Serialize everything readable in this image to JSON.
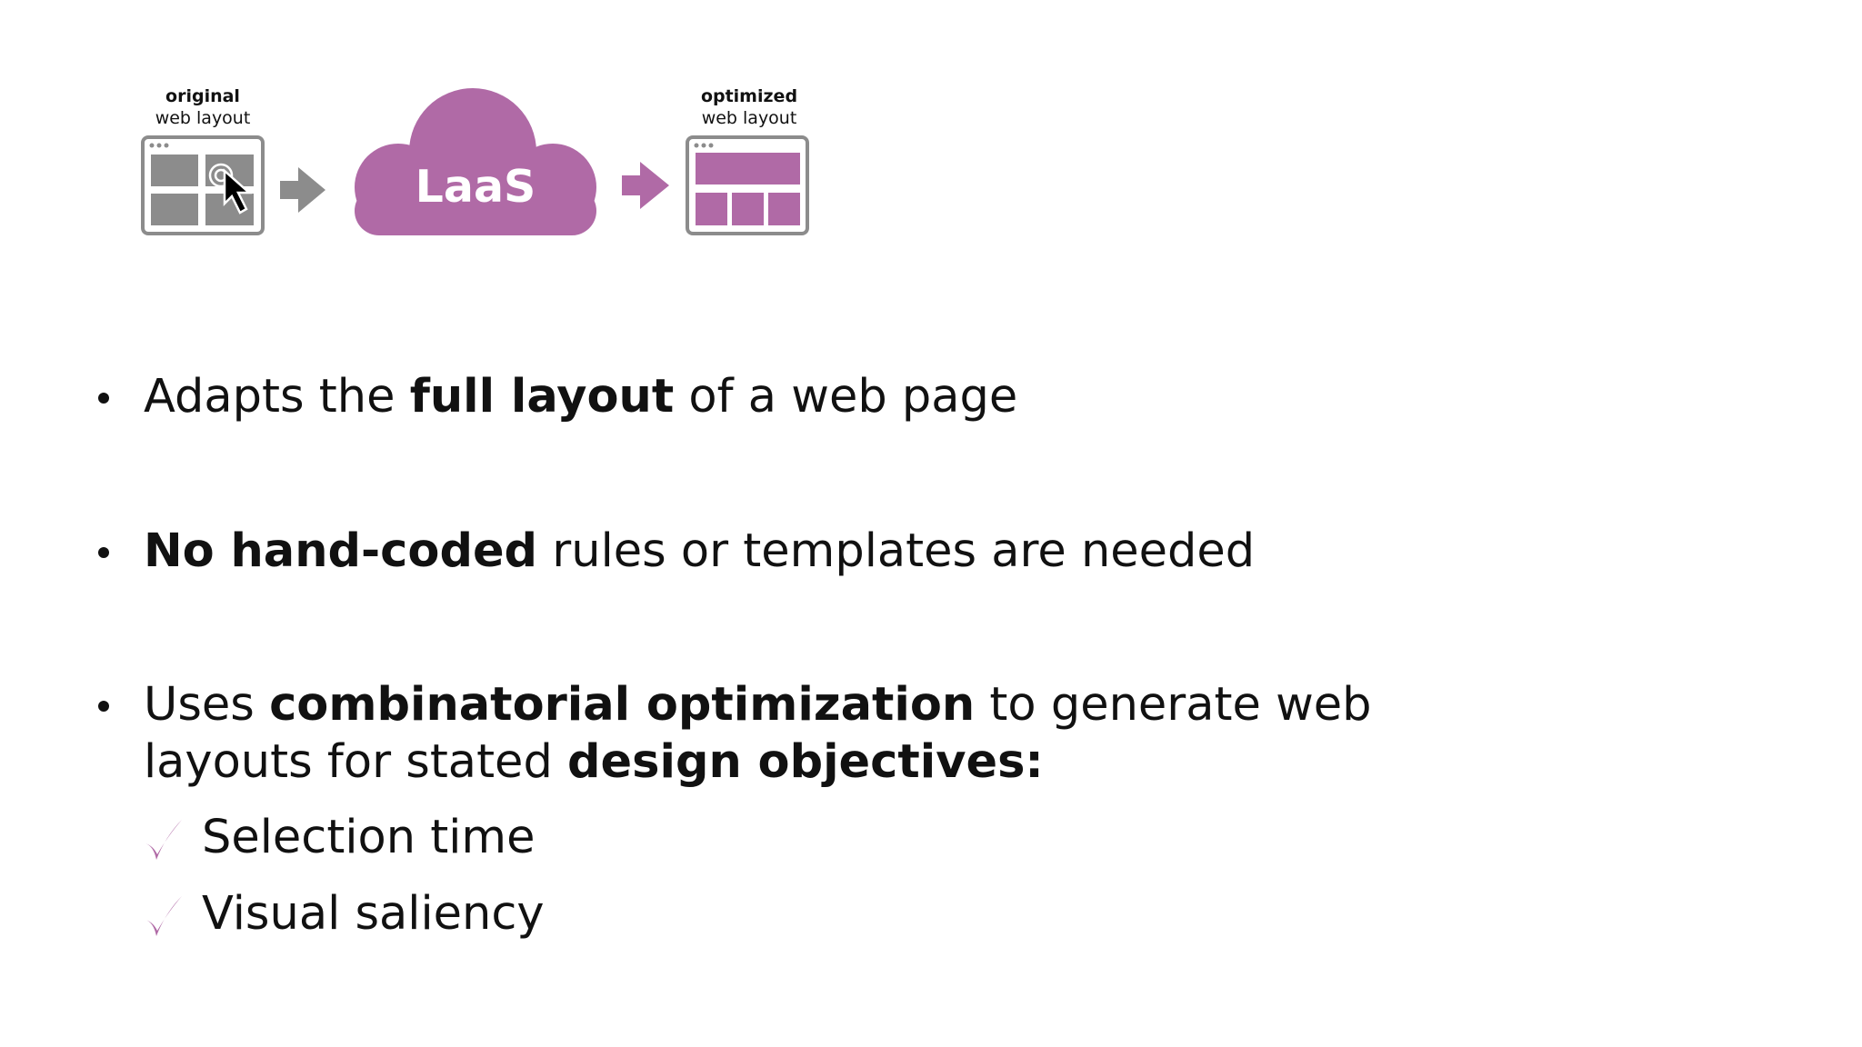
{
  "diagram": {
    "original_caption_bold": "original",
    "original_caption": "web layout",
    "service_label": "LaaS",
    "optimized_caption_bold": "optimized",
    "optimized_caption": "web layout"
  },
  "bullets": [
    {
      "pre": "Adapts the ",
      "bold": "full layout",
      "post": " of a web page"
    },
    {
      "bold": "No hand-coded",
      "post": " rules or templates are needed"
    },
    {
      "pre": "Uses ",
      "bold": "combinatorial optimization",
      "post": " to generate web",
      "line2_pre": "layouts for stated ",
      "line2_bold": "design objectives:"
    }
  ],
  "objectives": [
    "Selection time",
    "Visual saliency"
  ],
  "colors": {
    "accent": "#b06aa6",
    "gray": "#8c8c8c",
    "text": "#111111"
  }
}
